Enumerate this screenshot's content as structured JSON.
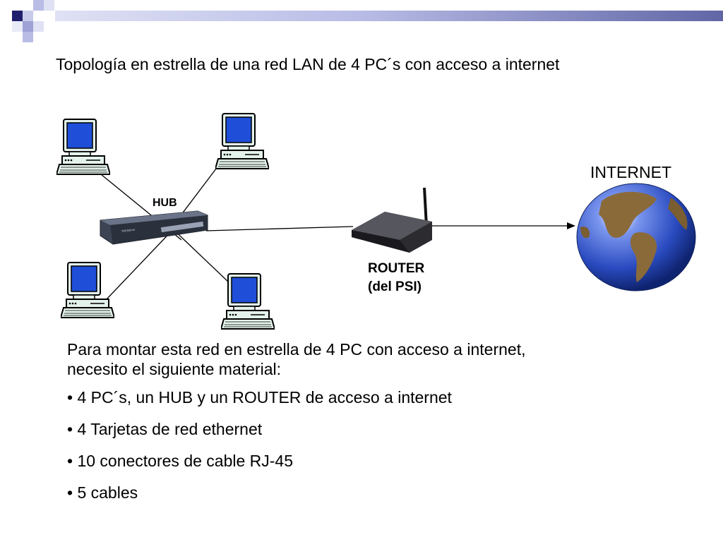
{
  "title": "Topología en estrella de una red LAN de 4 PC´s con acceso a internet",
  "labels": {
    "hub": "HUB",
    "internet": "INTERNET",
    "router_line1": "ROUTER",
    "router_line2": "(del PSI)"
  },
  "body": {
    "intro_line1": "Para montar esta red en estrella de 4 PC con acceso a internet,",
    "intro_line2": "necesito el siguiente material:",
    "items": [
      "• 4 PC´s, un HUB y un ROUTER de acceso a internet",
      "• 4 Tarjetas de red ethernet",
      "• 10 conectores de cable RJ-45",
      "• 5 cables"
    ]
  },
  "icons": {
    "pc": "computer-icon",
    "hub": "hub-icon",
    "router": "router-icon",
    "globe": "globe-icon"
  },
  "colors": {
    "accent_dark": "#1f1f6e",
    "accent_mid": "#6a6cb0",
    "accent_light": "#b9bde6",
    "screen_blue": "#1f4fd8",
    "pc_body": "#dff0e6",
    "ocean": "#2a4bc0",
    "land": "#8b6a3a"
  }
}
